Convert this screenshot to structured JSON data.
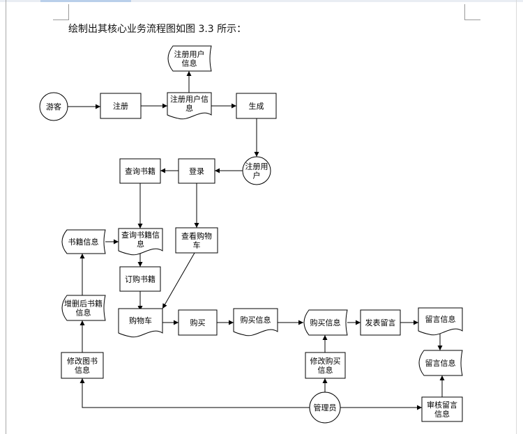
{
  "document": {
    "caption": "绘制出其核心业务流程图如图 3.3 所示："
  },
  "diagram": {
    "nodes": {
      "visitor": [
        "游客"
      ],
      "register": [
        "注册"
      ],
      "reg_info_top": [
        "注册用户",
        "信息"
      ],
      "reg_info_mid": [
        "注册用户信",
        "息"
      ],
      "generate": [
        "生成"
      ],
      "reg_user": [
        "注册用",
        "户"
      ],
      "login": [
        "登录"
      ],
      "query_books": [
        "查询书籍"
      ],
      "book_info": [
        "书籍信息"
      ],
      "query_book_info": [
        "查询书籍信",
        "息"
      ],
      "view_cart": [
        "查看购物",
        "车"
      ],
      "order_books": [
        "订购书籍"
      ],
      "updated_book_info": [
        "增删后书籍",
        "信息"
      ],
      "cart": [
        "购物车"
      ],
      "buy": [
        "购买"
      ],
      "buy_info_1": [
        "购买信息"
      ],
      "buy_info_2": [
        "购买信息"
      ],
      "post_message": [
        "发表留言"
      ],
      "message_info_1": [
        "留言信息"
      ],
      "message_info_2": [
        "留言信息"
      ],
      "edit_book_info": [
        "修改图书",
        "信息"
      ],
      "edit_buy_info": [
        "修改购买",
        "信息"
      ],
      "admin": [
        "管理员"
      ],
      "review_message": [
        "审核留言",
        "信息"
      ]
    }
  }
}
